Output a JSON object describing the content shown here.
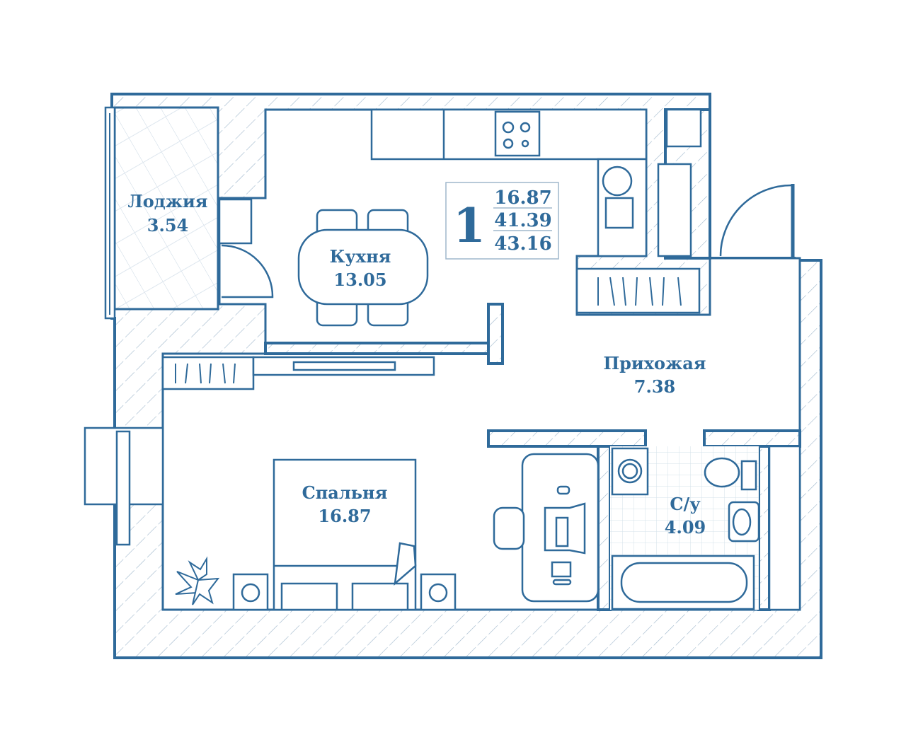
{
  "plan": {
    "rooms_count": "1",
    "summary_areas": [
      "16.87",
      "41.39",
      "43.16"
    ],
    "rooms": [
      {
        "name": "Лоджия",
        "area": "3.54"
      },
      {
        "name": "Кухня",
        "area": "13.05"
      },
      {
        "name": "Прихожая",
        "area": "7.38"
      },
      {
        "name": "Спальня",
        "area": "16.87"
      },
      {
        "name": "С/у",
        "area": "4.09"
      }
    ]
  },
  "colors": {
    "line": "#2f6a9a",
    "hatch": "#9fb7cc"
  }
}
